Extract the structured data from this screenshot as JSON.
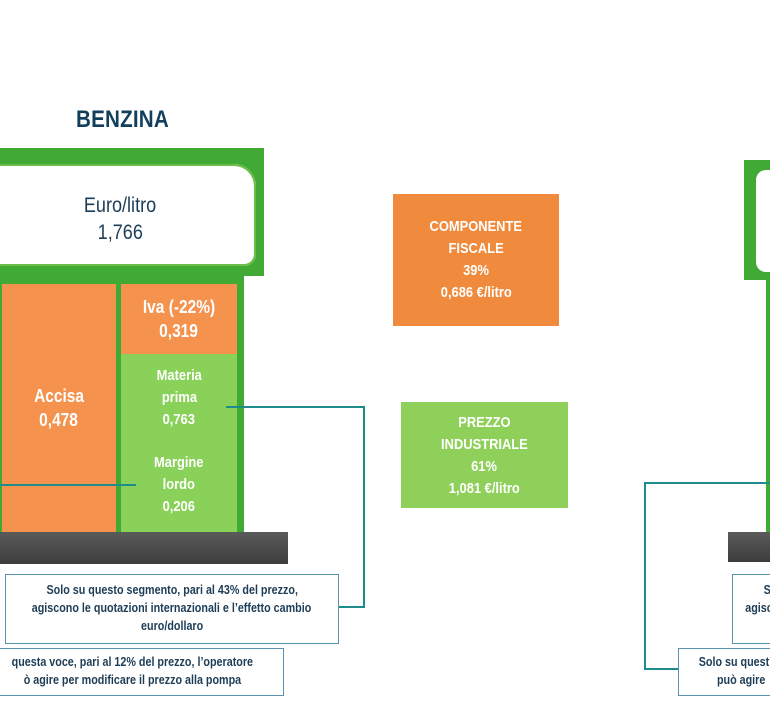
{
  "title": "BENZINA",
  "price": {
    "unit": "Euro/litro",
    "value": "1,766"
  },
  "segments": {
    "accisa": {
      "label": "Accisa",
      "value": "0,478"
    },
    "iva": {
      "label": "Iva (-22%)",
      "value": "0,319"
    },
    "materia_prima": {
      "label_1": "Materia",
      "label_2": "prima",
      "value": "0,763"
    },
    "margine_lordo": {
      "label_1": "Margine",
      "label_2": "lordo",
      "value": "0,206"
    }
  },
  "componente_fiscale": {
    "line1": "COMPONENTE",
    "line2": "FISCALE",
    "pct": "39%",
    "value": "0,686 €/litro"
  },
  "prezzo_industriale": {
    "line1": "PREZZO",
    "line2": "INDUSTRIALE",
    "pct": "61%",
    "value": "1,081 €/litro"
  },
  "notes": {
    "note1_line1": "Solo su questo segmento, pari al 43% del prezzo,",
    "note1_line2": "agiscono le quotazioni internazionali e l’effetto cambio",
    "note1_line3": "euro/dollaro",
    "note2_line1": "questa voce, pari al 12% del prezzo, l’operatore",
    "note2_line2": "ò agire per modificare il prezzo alla pompa",
    "note3_line1": "S",
    "note3_line2": "agisc",
    "note4_line1": "Solo su quest",
    "note4_line2": "può agire"
  },
  "colors": {
    "green_dark": "#41aa35",
    "green_light": "#8ad15a",
    "orange": "#f4924e",
    "orange_box": "#f08a3c",
    "navy": "#123f5c",
    "teal_line": "#1f8c8c"
  }
}
